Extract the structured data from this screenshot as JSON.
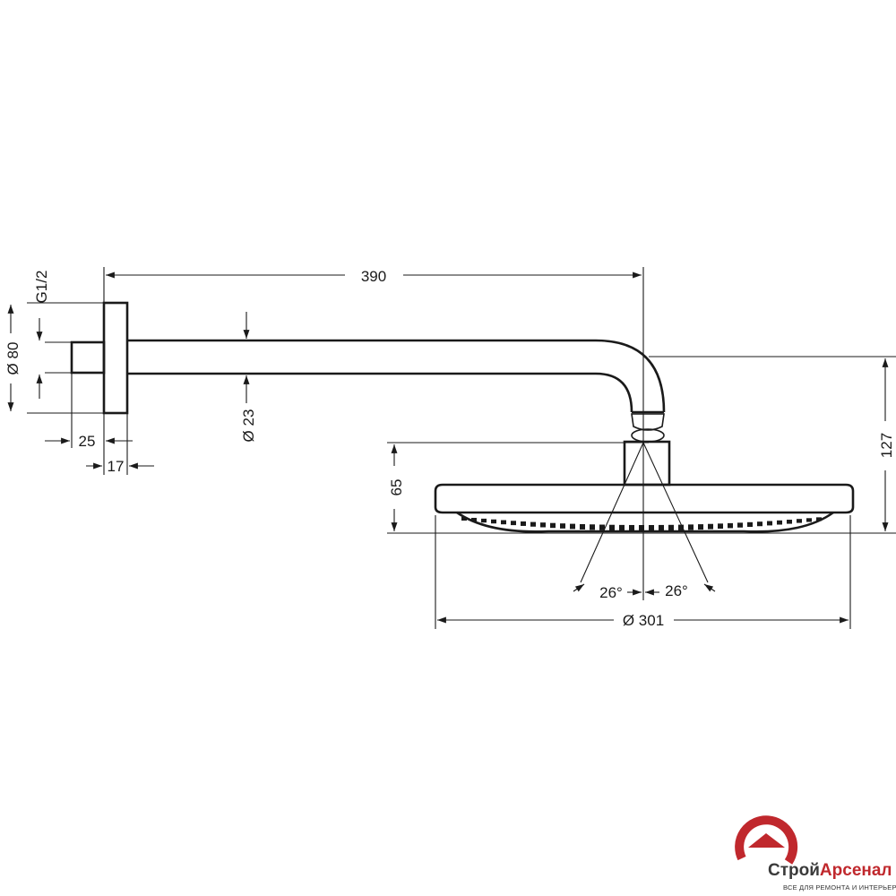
{
  "dimensions": {
    "arm_length": "390",
    "thread": "G1/2",
    "flange_diameter": "Ø 80",
    "pipe_diameter": "Ø 23",
    "stub_length": "25",
    "flange_thickness": "17",
    "drop_height": "127",
    "head_height": "65",
    "spray_angle_left": "26°",
    "spray_angle_right": "26°",
    "head_diameter": "Ø 301"
  },
  "logo": {
    "name_part1": "Строй",
    "name_part2": "Арсенал",
    "tagline": "ВСЕ ДЛЯ РЕМОНТА И ИНТЕРЬЕРА",
    "color_red": "#c0282d",
    "color_dark": "#3a3a3a"
  },
  "colors": {
    "line": "#1a1a1a",
    "background": "#ffffff"
  }
}
